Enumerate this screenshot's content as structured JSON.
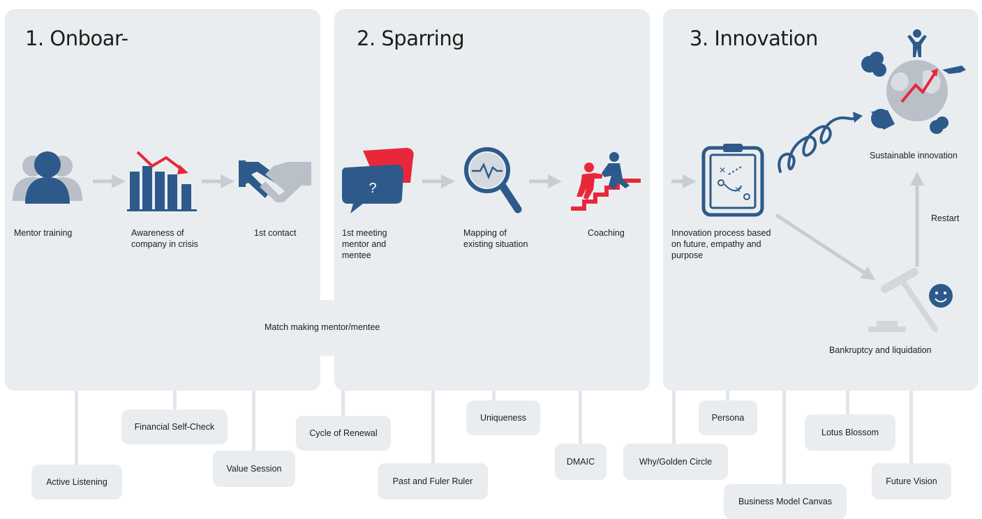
{
  "colors": {
    "navy": "#2d5a8a",
    "grey": "#b9c0c8",
    "red": "#e8283a",
    "panel": "#eaedf0",
    "arrow": "#c7cdd3"
  },
  "stages": [
    {
      "title": "1. Onboar-",
      "steps": [
        {
          "label": "Mentor training",
          "icon": "mentor-group-icon"
        },
        {
          "label": "Awareness of company in crisis",
          "icon": "declining-bar-chart-icon"
        },
        {
          "label": "1st contact",
          "icon": "handshake-icon"
        }
      ]
    },
    {
      "title": "2. Sparring",
      "steps": [
        {
          "label": "1st meeting mentor and mentee",
          "icon": "speech-bubbles-icon"
        },
        {
          "label": "Mapping of existing situation",
          "icon": "magnifier-icon"
        },
        {
          "label": "Coaching",
          "icon": "helping-up-stairs-icon"
        }
      ]
    },
    {
      "title": "3. Innovation",
      "steps": [
        {
          "label": "Innovation process based on future, empathy and purpose",
          "icon": "tactics-clipboard-icon"
        },
        {
          "label": "Sustainable innovation",
          "icon": "globe-growth-icon"
        },
        {
          "label": "Restart",
          "icon": "arrow-up-icon"
        },
        {
          "label": "Bankruptcy and liquidation",
          "icon": "gavel-icon"
        }
      ]
    }
  ],
  "connector_label": "Match making mentor/mentee",
  "tools": [
    "Active Listening",
    "Financial Self-Check",
    "Value Session",
    "Cycle of Renewal",
    "Past and Fuler Ruler",
    "Uniqueness",
    "DMAIC",
    "Why/Golden Circle",
    "Persona",
    "Business Model Canvas",
    "Lotus Blossom",
    "Future Vision"
  ]
}
